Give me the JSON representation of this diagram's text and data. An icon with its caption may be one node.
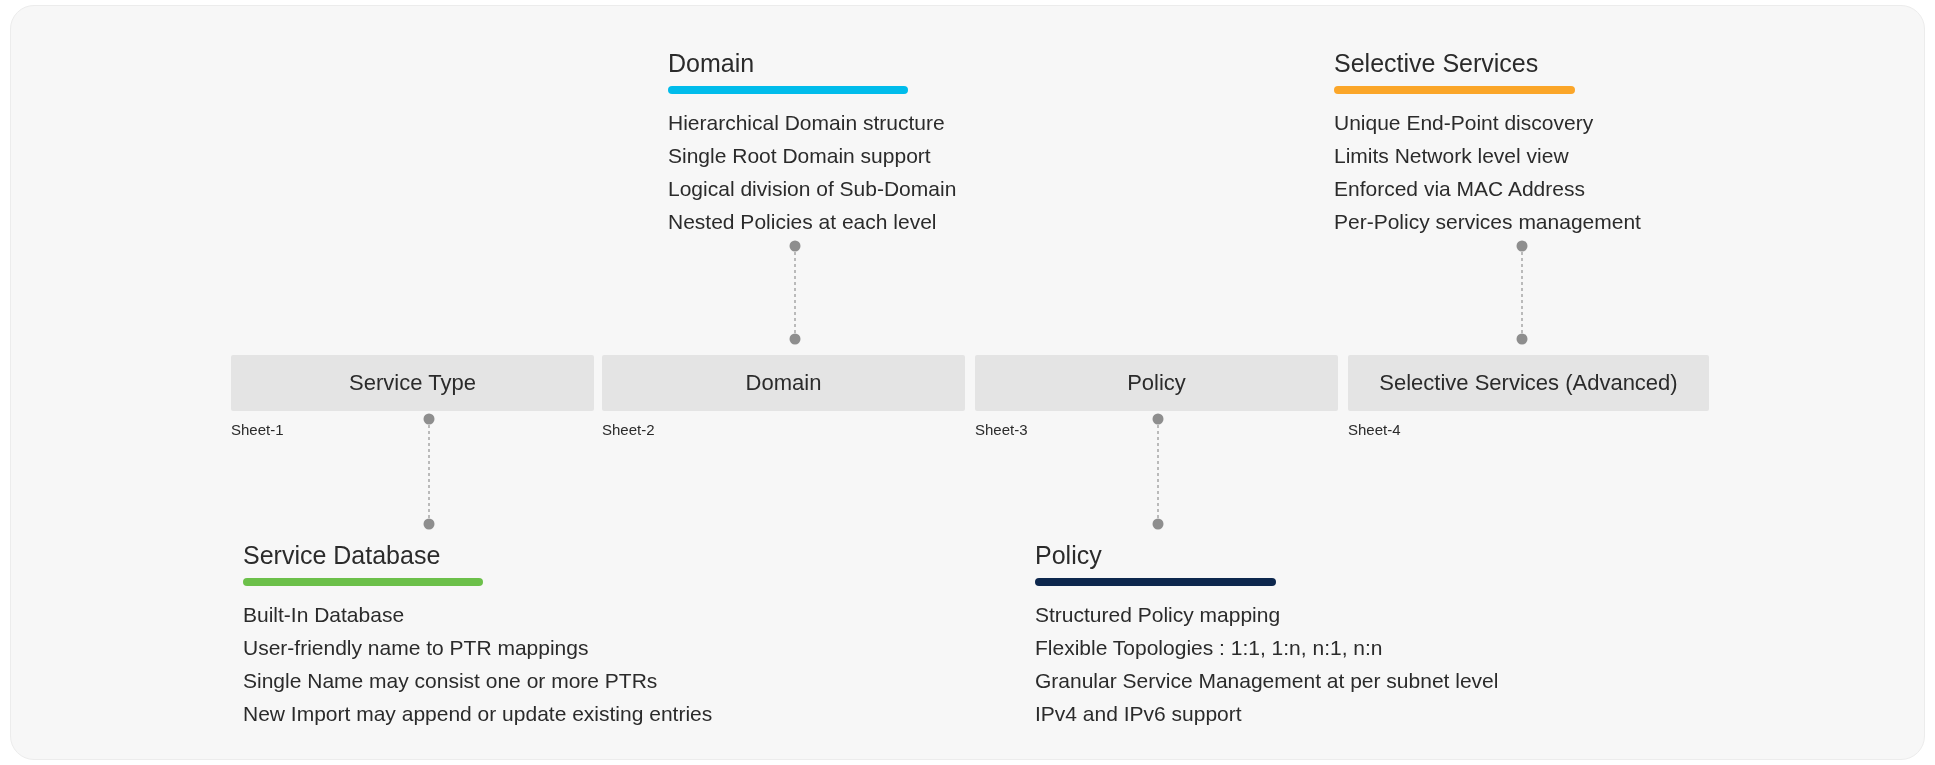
{
  "diagram": {
    "nodes": [
      {
        "text": [
          "Domain",
          "Hierarchical Domain structure",
          "Single Root Domain support",
          "Logical division of Sub-Domain",
          "Nested Policies at each level"
        ]
      },
      {
        "text": [
          "Selective Services",
          "Unique End-Point discovery",
          "Limits Network level view",
          "Enforced via MAC Address",
          "Per-Policy services management"
        ]
      },
      {
        "text": [
          "Service Type"
        ],
        "beside": [
          "Sheet-1"
        ]
      },
      {
        "text": [
          "Domain"
        ],
        "beside": [
          "Sheet-2"
        ]
      },
      {
        "text": [
          "Policy"
        ],
        "beside": [
          "Sheet-3"
        ]
      },
      {
        "text": [
          "Selective Services (Advanced)"
        ],
        "beside": [
          "Sheet-4"
        ]
      },
      {
        "text": [
          "Service Database",
          "Built-In Database",
          "User-friendly name to PTR mappings",
          "Single Name may consist one or more PTRs",
          "New Import may append or update existing entries"
        ]
      },
      {
        "text": [
          "Policy",
          "Structured Policy mapping",
          "Flexible Topologies : 1:1, 1:n, n:1, n:n",
          "Granular Service Management at per subnet level",
          "IPv4 and IPv6 support"
        ]
      }
    ],
    "edges": [
      {
        "from": 0,
        "to": 3,
        "arrow": "other",
        "style": "dashed"
      },
      {
        "from": 1,
        "to": 5,
        "arrow": "other",
        "style": "dashed"
      },
      {
        "from": 2,
        "to": 6,
        "arrow": "other",
        "style": "dashed"
      },
      {
        "from": 4,
        "to": 7,
        "arrow": "other",
        "style": "dashed"
      }
    ]
  }
}
